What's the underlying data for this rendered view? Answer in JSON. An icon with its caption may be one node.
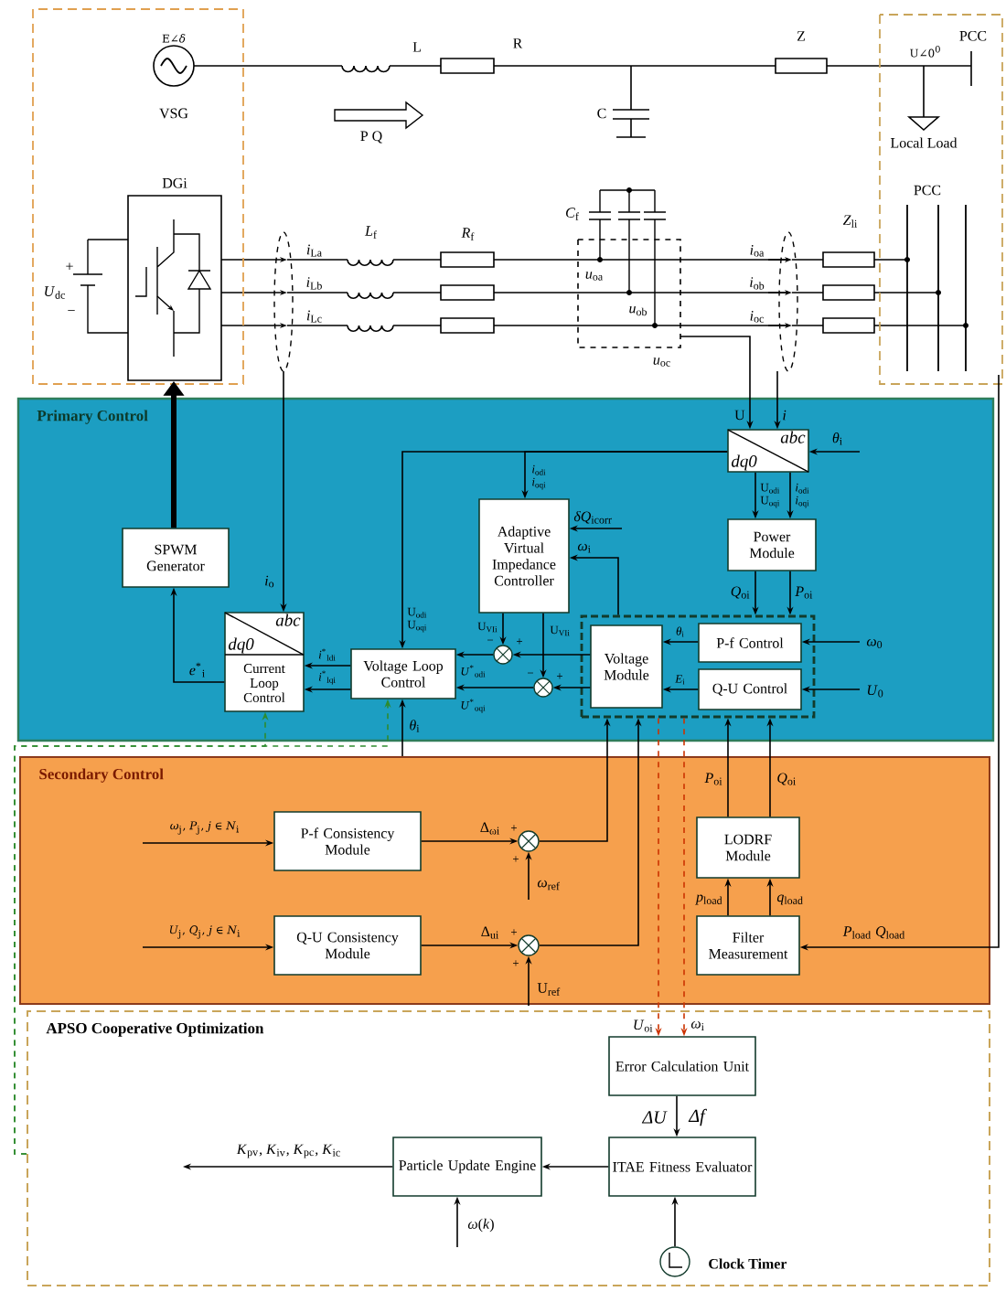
{
  "diagram": {
    "nodes": [
      {
        "text": [
          "DGi"
        ]
      },
      {
        "text": [
          "Primary Control"
        ]
      },
      {
        "text": [
          "SPWM Generator"
        ],
        "in": 1
      },
      {
        "text": [
          "dq0",
          "abc",
          "Current Loop Control"
        ],
        "in": 1
      },
      {
        "text": [
          "Voltage Loop Control"
        ],
        "in": 1
      },
      {
        "text": [
          "Adaptive Virtual Impedance Controller"
        ],
        "in": 1
      },
      {
        "text": [
          "dq0",
          "abc"
        ],
        "in": 1
      },
      {
        "text": [
          "Power Module"
        ],
        "in": 1
      },
      {
        "text": [],
        "shape": "box",
        "in": 1
      },
      {
        "text": [
          "Voltage Module"
        ],
        "in": 8
      },
      {
        "text": [
          "P-f Control"
        ],
        "in": 8
      },
      {
        "text": [
          "Q-U Control"
        ],
        "in": 8
      },
      {
        "text": [],
        "shape": "circle",
        "in": 1
      },
      {
        "text": [],
        "shape": "circle",
        "in": 1
      },
      {
        "text": [
          "Secondary Control"
        ]
      },
      {
        "text": [
          "P-f Consistency Module"
        ],
        "in": 14
      },
      {
        "text": [
          "Q-U Consistency Module"
        ],
        "in": 14
      },
      {
        "text": [],
        "shape": "circle",
        "in": 14
      },
      {
        "text": [],
        "shape": "circle",
        "in": 14
      },
      {
        "text": [
          "LODRF Module"
        ],
        "in": 14
      },
      {
        "text": [
          "Filter Measurement"
        ],
        "in": 14
      },
      {
        "text": [
          "APSO Cooperative Optimization"
        ]
      },
      {
        "text": [
          "Error Calculation Unit"
        ],
        "in": 21
      },
      {
        "text": [
          "ITAE Fitness Evaluator"
        ],
        "in": 21
      },
      {
        "text": [
          "Particle Update Engine"
        ],
        "in": 21
      },
      {
        "text": [],
        "shape": "circle",
        "in": 21,
        "beside": [
          "Clock Timer"
        ]
      }
    ],
    "edges": [
      {
        "from": 2,
        "to": 0,
        "arrow": "to",
        "style": "thick"
      },
      {
        "from": null,
        "to": 3,
        "arrow": "to",
        "label": "*i*$_{o}$"
      },
      {
        "from": null,
        "to": 6,
        "arrow": "to",
        "label": "U"
      },
      {
        "from": null,
        "to": 6,
        "arrow": "to",
        "label": "*i*"
      },
      {
        "from": null,
        "to": 6,
        "arrow": "to",
        "label": "*θ*$_{i}$"
      },
      {
        "from": 6,
        "to": 7,
        "arrow": "to",
        "label": "U$_{odi}$ U$_{oqi}$"
      },
      {
        "from": 6,
        "to": 7,
        "arrow": "to",
        "label": "*i*$_{odi}$ *i*$_{oqi}$"
      },
      {
        "from": 6,
        "to": 5,
        "arrow": "to",
        "label": "*i*$_{odi}$ *i*$_{oqi}$"
      },
      {
        "from": 6,
        "to": 4,
        "arrow": "to",
        "label": "U$_{odi}$ U$_{oqi}$"
      },
      {
        "from": null,
        "to": 5,
        "arrow": "to",
        "label": "*δQ*$_{icorr}$"
      },
      {
        "from": 8,
        "to": 5,
        "arrow": "to",
        "label": "*ω*$_{i}$"
      },
      {
        "from": 7,
        "to": 8,
        "arrow": "to",
        "label": "*Q*$_{oi}$"
      },
      {
        "from": 7,
        "to": 8,
        "arrow": "to",
        "label": "*P*$_{oi}$"
      },
      {
        "from": 10,
        "to": 9,
        "arrow": "to",
        "label": "*θ*$_{i}$"
      },
      {
        "from": 11,
        "to": 9,
        "arrow": "to",
        "label": "*E*$_{i}$"
      },
      {
        "from": null,
        "to": 10,
        "arrow": "to",
        "label": "*ω*$_{0}$"
      },
      {
        "from": null,
        "to": 11,
        "arrow": "to",
        "label": "*U*$_{0}$"
      },
      {
        "from": 5,
        "to": 12,
        "arrow": "to",
        "label": "U$_{VIi}$"
      },
      {
        "from": 5,
        "to": 13,
        "arrow": "to",
        "label": "U$_{VIi}$"
      },
      {
        "from": 9,
        "to": 12,
        "arrow": "to"
      },
      {
        "from": 9,
        "to": 13,
        "arrow": "to"
      },
      {
        "from": 12,
        "to": 4,
        "arrow": "to",
        "label": "*U*$^{*}$$_{odi}$"
      },
      {
        "from": 13,
        "to": 4,
        "arrow": "to",
        "label": "*U*$^{*}$$_{oqi}$"
      },
      {
        "from": 4,
        "to": 3,
        "arrow": "to",
        "label": "*i*$^{*}$$_{ldi}$"
      },
      {
        "from": 4,
        "to": 3,
        "arrow": "to",
        "label": "*i*$^{*}$$_{lqi}$"
      },
      {
        "from": 3,
        "to": 2,
        "arrow": "to",
        "label": "*e*$^{*}$$_{i}$"
      },
      {
        "from": 14,
        "to": 4,
        "arrow": "to",
        "label": "*θ*$_{i}$"
      },
      {
        "from": 24,
        "to": null,
        "arrow": "to",
        "label": "*K*$_{pv}$, *K*$_{iv}$, *K*$_{pc}$, *K*$_{ic}$"
      },
      {
        "from": 21,
        "to": 3,
        "arrow": "to",
        "style": "dashed",
        "color": "#2e8b2e"
      },
      {
        "from": 21,
        "to": 4,
        "arrow": "to",
        "style": "dashed",
        "color": "#2e8b2e"
      },
      {
        "from": 17,
        "to": 8,
        "arrow": "to"
      },
      {
        "from": 18,
        "to": 8,
        "arrow": "to"
      },
      {
        "from": 19,
        "to": 8,
        "arrow": "to",
        "label": "*P*$_{oi}$"
      },
      {
        "from": 19,
        "to": 8,
        "arrow": "to",
        "label": "*Q*$_{oi}$"
      },
      {
        "from": 8,
        "to": 22,
        "arrow": "to",
        "style": "dashed",
        "color": "#cc3300",
        "label": "*U*$_{oi}$"
      },
      {
        "from": 8,
        "to": 22,
        "arrow": "to",
        "style": "dashed",
        "color": "#cc3300",
        "label": "*ω*$_{i}$"
      },
      {
        "from": 15,
        "to": 17,
        "arrow": "to",
        "label": "Δ$_{ωi}$"
      },
      {
        "from": 16,
        "to": 18,
        "arrow": "to",
        "label": "Δ$_{ui}$"
      },
      {
        "from": null,
        "to": 15,
        "arrow": "to",
        "label": "*ω*$_{j}$, *P*$_{j}$, *j* ∈ *N*$_{i}$"
      },
      {
        "from": null,
        "to": 16,
        "arrow": "to",
        "label": "*U*$_{j}$, *Q*$_{j}$, *j* ∈ *N*$_{i}$"
      },
      {
        "from": null,
        "to": 17,
        "arrow": "to",
        "label": "*ω*$_{ref}$"
      },
      {
        "from": null,
        "to": 18,
        "arrow": "to",
        "label": "U$_{ref}$"
      },
      {
        "from": 20,
        "to": 19,
        "arrow": "to",
        "label": "*p*$_{load}$"
      },
      {
        "from": 20,
        "to": 19,
        "arrow": "to",
        "label": "*q*$_{load}$"
      },
      {
        "from": null,
        "to": 20,
        "arrow": "to",
        "label": "*P*$_{load}$ *Q*$_{load}$"
      },
      {
        "from": 22,
        "to": 23,
        "arrow": "to",
        "label": "ΔU"
      },
      {
        "from": 23,
        "to": 24,
        "arrow": "to"
      },
      {
        "from": null,
        "to": 24,
        "arrow": "to",
        "label": "*ω*(*k*)"
      },
      {
        "from": 25,
        "to": 23,
        "arrow": "to"
      }
    ],
    "labels": [
      "E∠*δ*",
      "L",
      "R",
      "Z",
      "U∠0$^{0}$",
      "PCC",
      "VSG",
      "P Q",
      "C",
      "Local Load",
      "PCC",
      "*C*$_{f}$",
      "*L*$_{f}$",
      "*R*$_{f}$",
      "*Z*$_{li}$",
      "+",
      "*U*$_{dc}$",
      "−",
      "*i*$_{La}$",
      "*i*$_{oa}$",
      "*i*$_{Lb}$",
      "*u*$_{oa}$",
      "*i*$_{ob}$",
      "*i*$_{Lc}$",
      "*u*$_{ob}$",
      "*i*$_{oc}$",
      "*u*$_{oc}$",
      "−",
      "+",
      "−",
      "+",
      "+",
      "+",
      "+",
      "+",
      "Δf"
    ]
  }
}
